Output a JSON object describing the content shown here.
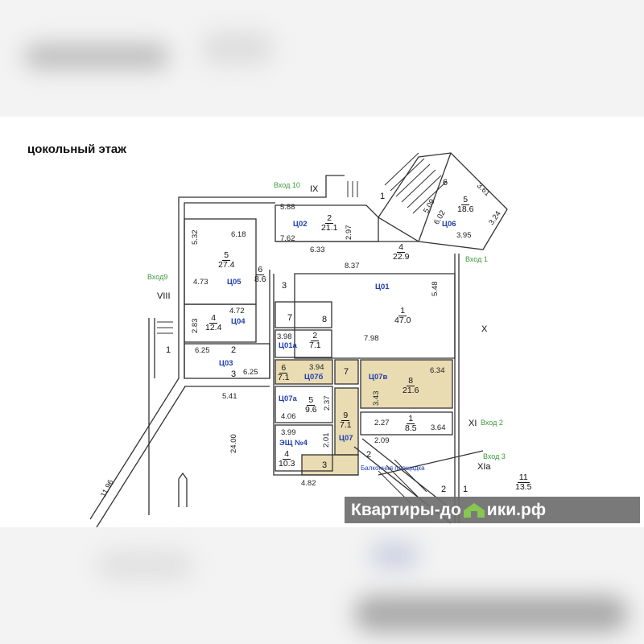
{
  "title": "цокольный этаж",
  "entrances": [
    "Вход 10",
    "Вход9",
    "Вход 1",
    "Вход 2",
    "Вход 3"
  ],
  "roman": [
    "IX",
    "VIII",
    "X",
    "XI",
    "XIa"
  ],
  "sections": [
    "Ц02",
    "Ц05",
    "Ц04",
    "Ц01",
    "Ц01а",
    "Ц03",
    "Ц07б",
    "Ц07в",
    "Ц07а",
    "Ц07",
    "ЭЩ №4",
    "Ц06",
    "Балконная площадка"
  ],
  "dims": [
    "5.88",
    "7.62",
    "2.97",
    "6.33",
    "8.37",
    "5.32",
    "6.18",
    "4.73",
    "4.72",
    "2.83",
    "6.25",
    "6.25",
    "5.41",
    "24.00",
    "11.96",
    "5.48",
    "7.98",
    "3.98",
    "3.94",
    "6.34",
    "3.43",
    "2.37",
    "4.06",
    "3.99",
    "2.01",
    "2.27",
    "3.64",
    "2.09",
    "4.82",
    "5.09",
    "6.02",
    "3.61",
    "3.24",
    "3.95"
  ],
  "rooms": [
    {
      "n": "2",
      "a": "21.1"
    },
    {
      "n": "5",
      "a": "27.4"
    },
    {
      "n": "6",
      "a": "8.6"
    },
    {
      "n": "4",
      "a": "12.4"
    },
    {
      "n": "4",
      "a": "22.9"
    },
    {
      "n": "1",
      "a": "47.0"
    },
    {
      "n": "2",
      "a": "7.1"
    },
    {
      "n": "6",
      "a": "7.1"
    },
    {
      "n": "8",
      "a": "21.6"
    },
    {
      "n": "5",
      "a": "9.6"
    },
    {
      "n": "9",
      "a": "7.1"
    },
    {
      "n": "1",
      "a": "8.5"
    },
    {
      "n": "4",
      "a": "10.3"
    },
    {
      "n": "5",
      "a": "18.6"
    },
    {
      "n": "11",
      "a": "13.5"
    }
  ],
  "nums": [
    "2",
    "3",
    "1",
    "3",
    "7",
    "8",
    "7",
    "3",
    "1",
    "6",
    "2",
    "1",
    "2"
  ],
  "watermark": {
    "left": "Квартиры-до",
    "right": "ики.рф",
    "house_color": "#7dc242"
  },
  "colors": {
    "highlight": "#e9dcb3",
    "section": "#1f3fb0",
    "entrance": "#3c9a3c"
  }
}
